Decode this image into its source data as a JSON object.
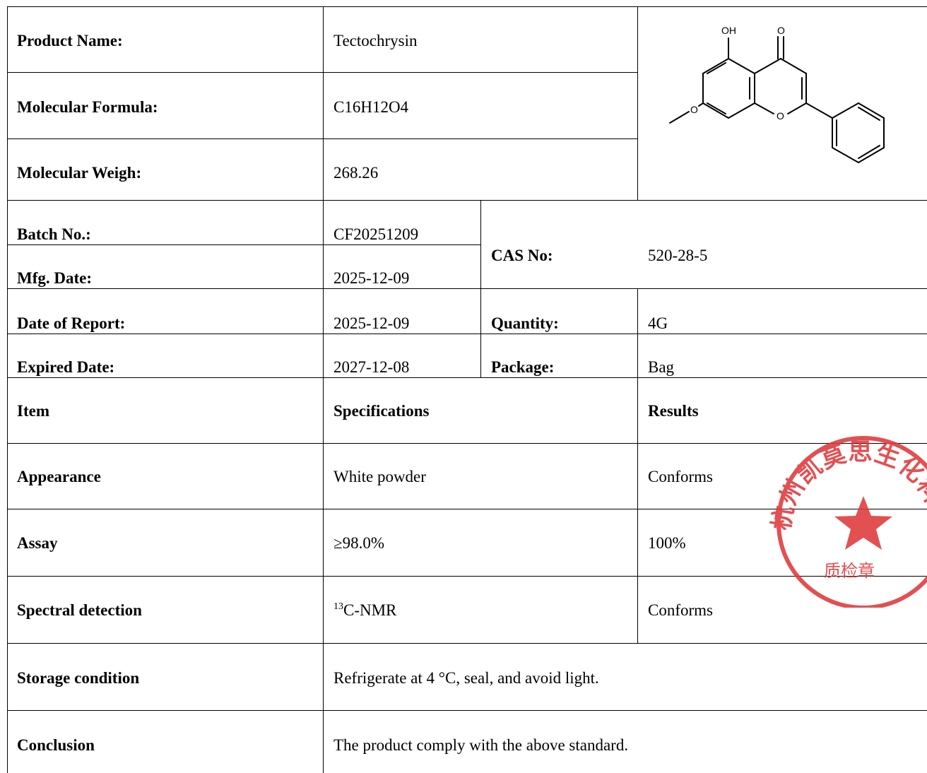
{
  "header": {
    "product_name_label": "Product Name:",
    "product_name": "Tectochrysin",
    "formula_label": "Molecular Formula:",
    "formula": "C16H12O4",
    "weight_label": "Molecular Weigh:",
    "weight": "268.26",
    "structure_labels": {
      "oh": "OH",
      "o_carbonyl": "O",
      "o_methoxy": "O",
      "o_ring": "O"
    }
  },
  "info": {
    "batch_label": "Batch No.:",
    "batch": "CF20251209",
    "mfg_label": "Mfg. Date:",
    "mfg": "2025-12-09",
    "cas_label": "CAS No:",
    "cas": "520-28-5",
    "report_label": "Date of Report:",
    "report": "2025-12-09",
    "quantity_label": "Quantity:",
    "quantity": "4G",
    "expired_label": "Expired Date:",
    "expired": "2027-12-08",
    "package_label": "Package:",
    "package": "Bag"
  },
  "table": {
    "col_item": "Item",
    "col_spec": "Specifications",
    "col_result": "Results",
    "rows": [
      {
        "item": "Appearance",
        "spec": "White powder",
        "result": "Conforms"
      },
      {
        "item": "Assay",
        "spec": "≥98.0%",
        "result": "100%"
      },
      {
        "item": "Spectral detection",
        "spec_sup": "13",
        "spec": "C-NMR",
        "result": "Conforms"
      }
    ]
  },
  "storage": {
    "label": "Storage condition",
    "value": "Refrigerate at 4 °C, seal, and avoid light."
  },
  "conclusion": {
    "label": "Conclusion",
    "value": "The product comply with the above standard."
  },
  "seal": {
    "ring_text": "杭州凯莫思生化科技有限公司",
    "center_text": "质检章",
    "color": "#e0393b"
  }
}
